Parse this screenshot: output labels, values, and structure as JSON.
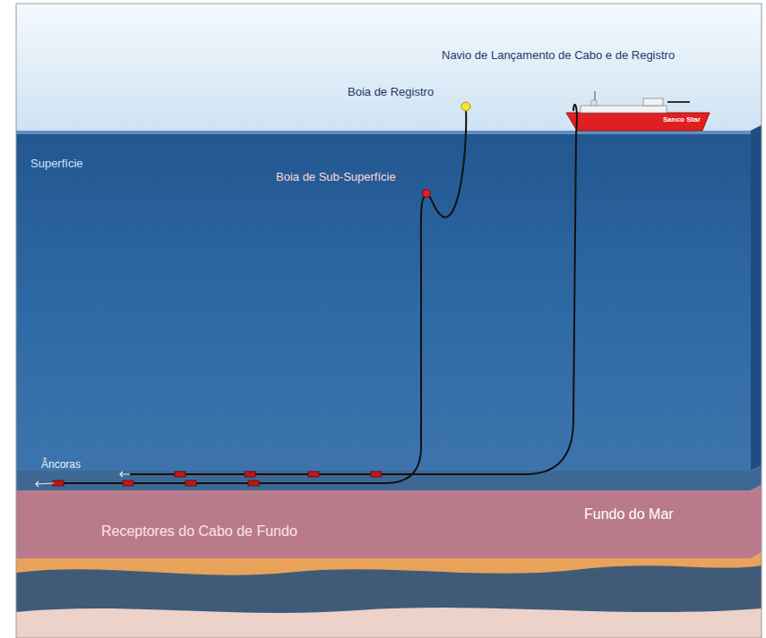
{
  "diagram": {
    "labels": [
      "Navio de Lançamento de Cabo e de Registro",
      "Boia de Registro",
      "Sanco Star",
      "Superfície",
      "Boia de Sub-Superfície",
      "Âncoras",
      "Fundo do Mar",
      "Receptores do Cabo de Fundo"
    ]
  }
}
